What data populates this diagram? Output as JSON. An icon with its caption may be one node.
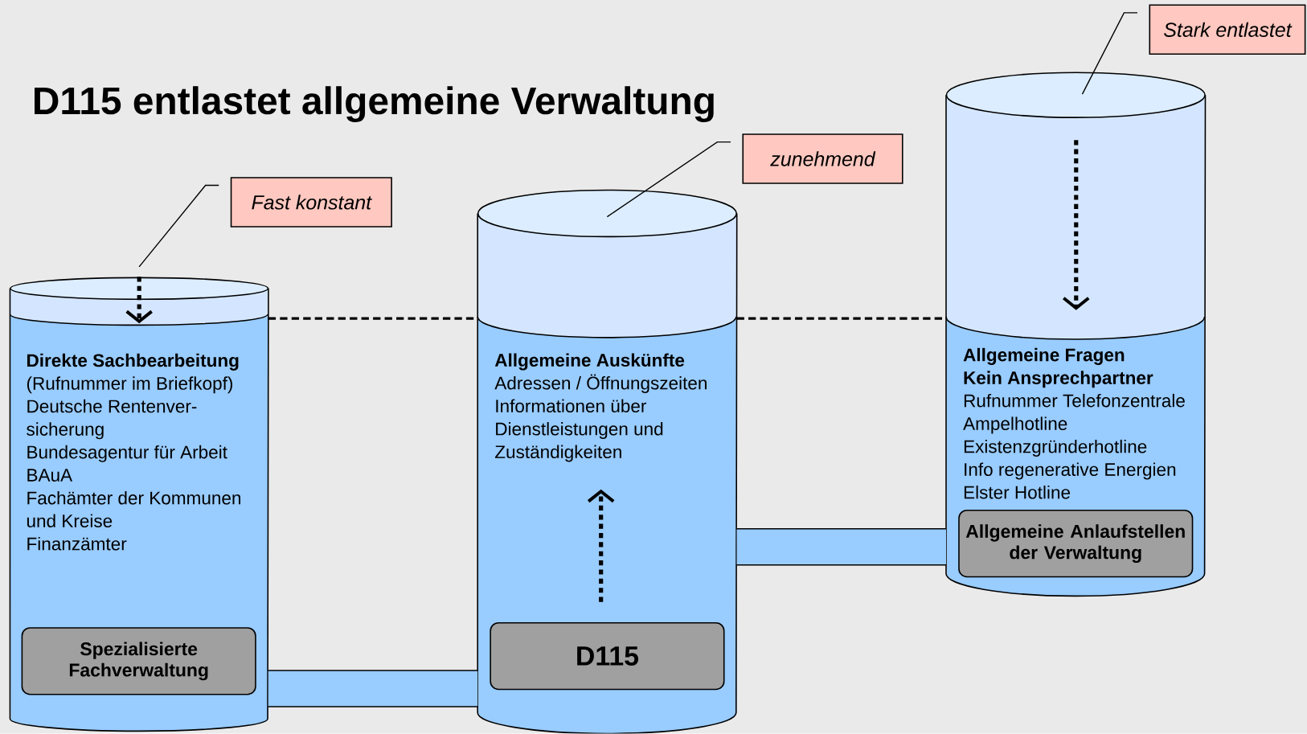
{
  "diagram": {
    "title": "D115 entlastet allgemeine Verwaltung",
    "nodes": [
      {
        "text": [
          "Direkte Sachbearbeitung",
          "(Rufnummer im Briefkopf)",
          "Deutsche Rentenver- sicherung",
          "Bundesagentur für Arbeit",
          "BAuA",
          "Fachämter der Kommunen und Kreise",
          "Finanzämter"
        ]
      },
      {
        "text": [
          "Spezialisierte Fachverwaltung"
        ],
        "in": 0
      },
      {
        "text": [
          "Allgemeine Auskünfte",
          "Adressen / Öffnungszeiten",
          "Informationen über Dienstleistungen und Zuständigkeiten"
        ]
      },
      {
        "text": [
          "D115"
        ],
        "in": 2
      },
      {
        "text": [
          "Allgemeine Fragen",
          "Kein Ansprechpartner",
          "Rufnummer Telefonzentrale",
          "Ampelhotline",
          "Existenzgründerhotline",
          "Info regenerative Energien",
          "Elster Hotline"
        ]
      },
      {
        "text": [
          "Allgemeine Anlaufstellen der Verwaltung"
        ],
        "in": 4
      },
      {
        "text": [
          "Fast konstant"
        ]
      },
      {
        "text": [
          "zunehmend"
        ]
      },
      {
        "text": [
          "Stark entlastet"
        ]
      }
    ],
    "edges": [
      {
        "from": 0,
        "to": 2,
        "arrow": "none",
        "style": "dashed"
      },
      {
        "from": 2,
        "to": 4,
        "arrow": "none",
        "style": "dashed"
      },
      {
        "from": 0,
        "to": 2,
        "arrow": "none",
        "style": "thick"
      },
      {
        "from": 2,
        "to": 4,
        "arrow": "none",
        "style": "thick"
      },
      {
        "from": 6,
        "to": 0,
        "arrow": "none"
      },
      {
        "from": 7,
        "to": 2,
        "arrow": "none"
      },
      {
        "from": 8,
        "to": 4,
        "arrow": "none"
      }
    ]
  }
}
